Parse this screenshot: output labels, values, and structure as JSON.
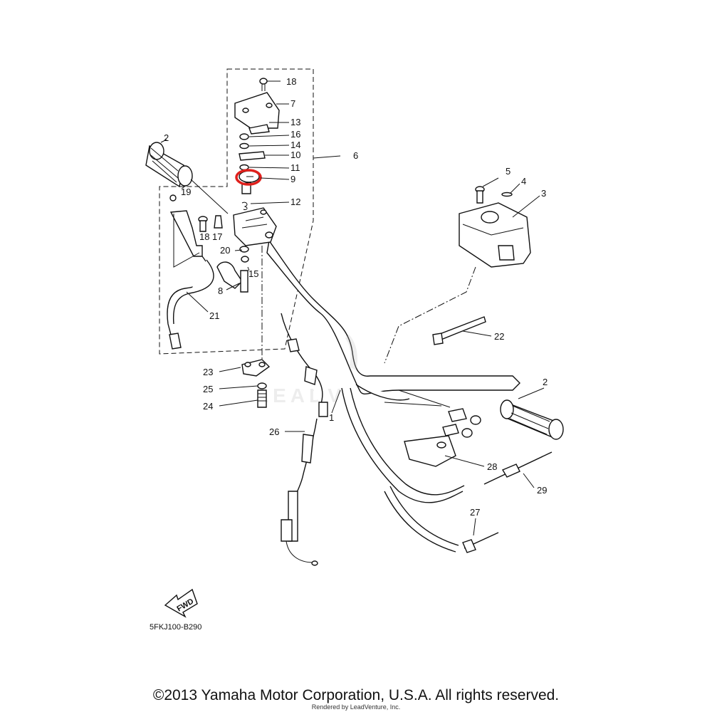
{
  "diagram_code": "5FKJ100-B290",
  "copyright": "©2013 Yamaha Motor Corporation, U.S.A. All rights reserved.",
  "rendered_by": "Rendered by LeadVenture, Inc.",
  "watermark": "LEADV",
  "fwd_label": "FWD",
  "highlight_color": "#e0201c",
  "highlighted_part": "9",
  "callouts": {
    "c18a": "18",
    "c7": "7",
    "c13": "13",
    "c16": "16",
    "c14": "14",
    "c10": "10",
    "c11": "11",
    "c9": "9",
    "c6": "6",
    "c2a": "2",
    "c19": "19",
    "c12": "12",
    "c18b": "18",
    "c17": "17",
    "c20": "20",
    "c15": "15",
    "c8": "8",
    "c21": "21",
    "c5": "5",
    "c4": "4",
    "c3": "3",
    "c22": "22",
    "c23": "23",
    "c25": "25",
    "c24": "24",
    "c1": "1",
    "c26": "26",
    "c2b": "2",
    "c28": "28",
    "c29": "29",
    "c27": "27"
  }
}
